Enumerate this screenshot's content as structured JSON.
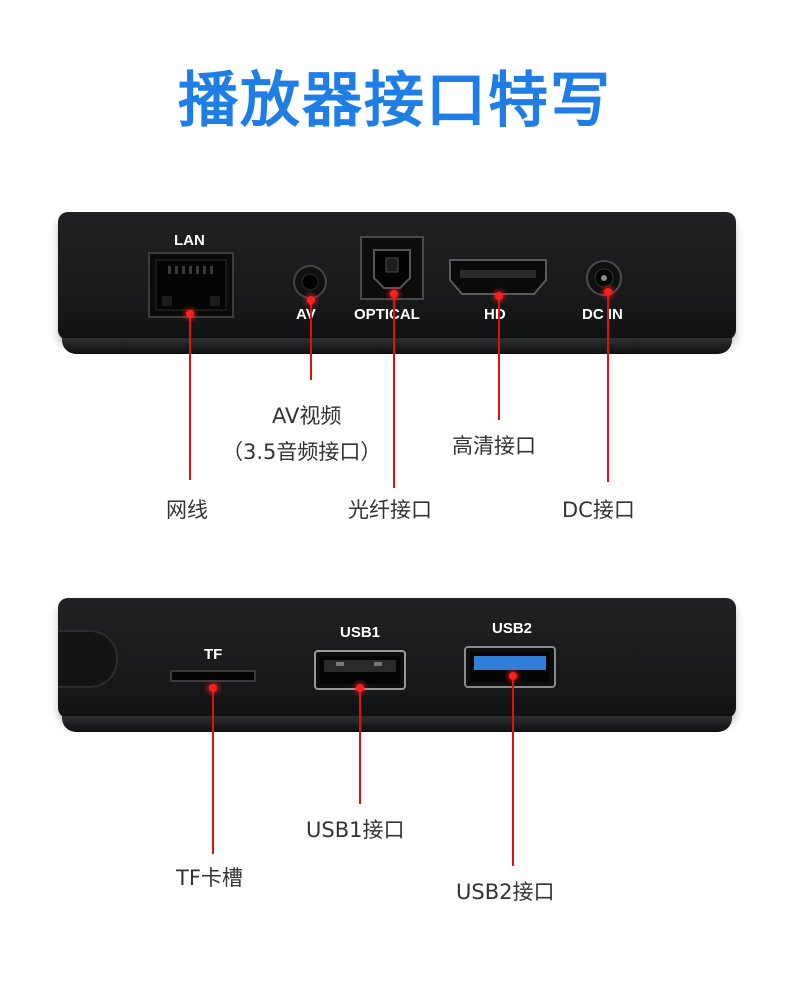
{
  "title": "播放器接口特写",
  "colors": {
    "title": "#1f7ee6",
    "leader": "#e01010",
    "usb2": "#2f7fd8"
  },
  "top_panel": {
    "ports": {
      "lan": "LAN",
      "av": "AV",
      "optical": "OPTICAL",
      "hd": "HD",
      "dc": "DC IN"
    },
    "callouts": {
      "lan": "网线",
      "av_line1": "AV视频",
      "av_line2": "（3.5音频接口）",
      "optical": "光纤接口",
      "hd": "高清接口",
      "dc": "DC接口"
    }
  },
  "bottom_panel": {
    "ports": {
      "tf": "TF",
      "usb1": "USB1",
      "usb2": "USB2"
    },
    "callouts": {
      "tf": "TF卡槽",
      "usb1": "USB1接口",
      "usb2": "USB2接口"
    }
  }
}
